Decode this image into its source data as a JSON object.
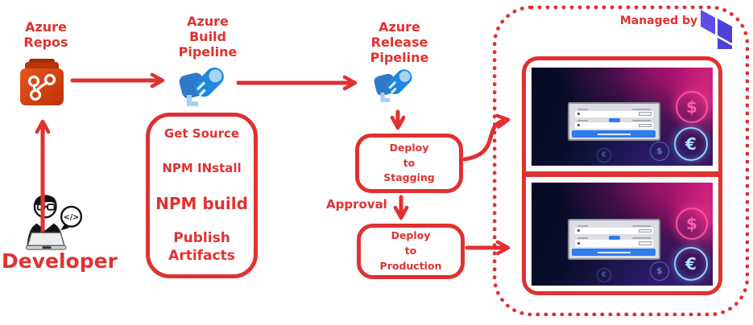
{
  "colors": {
    "stroke_red": "#e03131",
    "repos_orange": "#c33307",
    "pipeline_blue": "#1e88e0",
    "terraform_light": "#5c4ee5",
    "terraform_dark": "#4c41d9",
    "screenshot_navy": "#0c1033",
    "screenshot_magenta": "#c2156e",
    "dialog_button_blue": "#2f7bf0"
  },
  "icons": {
    "repos": "azure-repos-icon",
    "pipeline": "azure-pipelines-rocket-icon",
    "terraform": "terraform-logo-icon",
    "developer": "developer-at-laptop-icon"
  },
  "nodes": {
    "developer": {
      "label": "Developer",
      "bubble_text": "</>"
    },
    "azure_repos": {
      "label_lines": [
        "Azure",
        "Repos"
      ]
    },
    "azure_build_pipeline": {
      "label_lines": [
        "Azure",
        "Build",
        "Pipeline"
      ]
    },
    "azure_release_pipeline": {
      "label_lines": [
        "Azure",
        "Release",
        "Pipeline"
      ]
    },
    "build_steps": [
      "Get Source",
      "NPM INstall",
      "NPM build",
      "Publish Artifacts"
    ],
    "deploy_staging": {
      "label_lines": [
        "Deploy",
        "to",
        "Stagging"
      ]
    },
    "deploy_production": {
      "label_lines": [
        "Deploy",
        "to",
        "Production"
      ]
    },
    "approval": {
      "label": "Approval"
    }
  },
  "managed_by": {
    "label": "Managed by"
  },
  "shots": {
    "symbols": [
      "$",
      "€"
    ]
  }
}
